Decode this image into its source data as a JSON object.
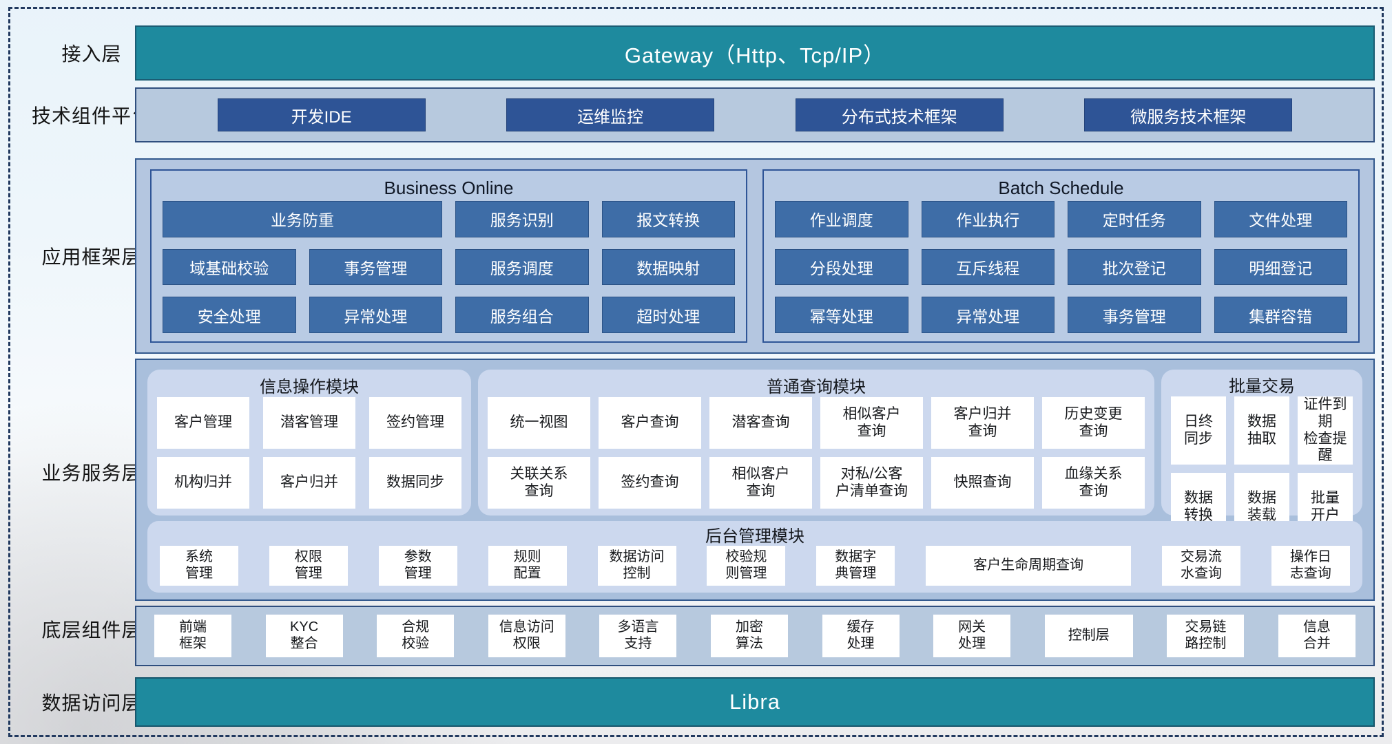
{
  "access_layer": {
    "label": "接入层",
    "gateway_label": "Gateway（Http、Tcp/IP）"
  },
  "tech_platform": {
    "label": "技术组件平台",
    "items": [
      "开发IDE",
      "运维监控",
      "分布式技术框架",
      "微服务技术框架"
    ]
  },
  "app_framework": {
    "label": "应用框架层",
    "business_online": {
      "title": "Business Online",
      "cells": [
        "业务防重",
        "服务识别",
        "报文转换",
        "域基础校验",
        "事务管理",
        "服务调度",
        "数据映射",
        "安全处理",
        "异常处理",
        "服务组合",
        "超时处理"
      ]
    },
    "batch_schedule": {
      "title": "Batch Schedule",
      "cells": [
        "作业调度",
        "作业执行",
        "定时任务",
        "文件处理",
        "分段处理",
        "互斥线程",
        "批次登记",
        "明细登记",
        "幂等处理",
        "异常处理",
        "事务管理",
        "集群容错"
      ]
    }
  },
  "business_service": {
    "label": "业务服务层",
    "info_ops": {
      "title": "信息操作模块",
      "cells": [
        "客户管理",
        "潜客管理",
        "签约管理",
        "机构归并",
        "客户归并",
        "数据同步"
      ]
    },
    "query": {
      "title": "普通查询模块",
      "cells": [
        "统一视图",
        "客户查询",
        "潜客查询",
        "相似客户\n查询",
        "客户归并\n查询",
        "历史变更\n查询",
        "关联关系\n查询",
        "签约查询",
        "相似客户\n查询",
        "对私/公客\n户清单查询",
        "快照查询",
        "血缘关系\n查询"
      ]
    },
    "batch_tx": {
      "title": "批量交易",
      "cells": [
        "日终\n同步",
        "数据\n抽取",
        "证件到期\n检查提醒",
        "数据\n转换",
        "数据\n装载",
        "批量\n开户"
      ]
    },
    "admin": {
      "title": "后台管理模块",
      "cells": [
        "系统\n管理",
        "权限\n管理",
        "参数\n管理",
        "规则\n配置",
        "数据访问\n控制",
        "校验规\n则管理",
        "数据字\n典管理",
        "客户生命周期查询",
        "交易流\n水查询",
        "操作日\n志查询"
      ]
    }
  },
  "base_components": {
    "label": "底层组件层",
    "cells": [
      "前端\n框架",
      "KYC\n整合",
      "合规\n校验",
      "信息访问\n权限",
      "多语言\n支持",
      "加密\n算法",
      "缓存\n处理",
      "网关\n处理",
      "控制层",
      "交易链\n路控制",
      "信息\n合并"
    ]
  },
  "data_access": {
    "label": "数据访问层",
    "platform_label": "Libra"
  },
  "colors": {
    "teal": "#1e8a9e",
    "dark_blue": "#2e5496",
    "steel_blue": "#3e6da7",
    "container_fill": "#b4c6e0",
    "rounded_panel_fill": "#ccd8ee"
  }
}
